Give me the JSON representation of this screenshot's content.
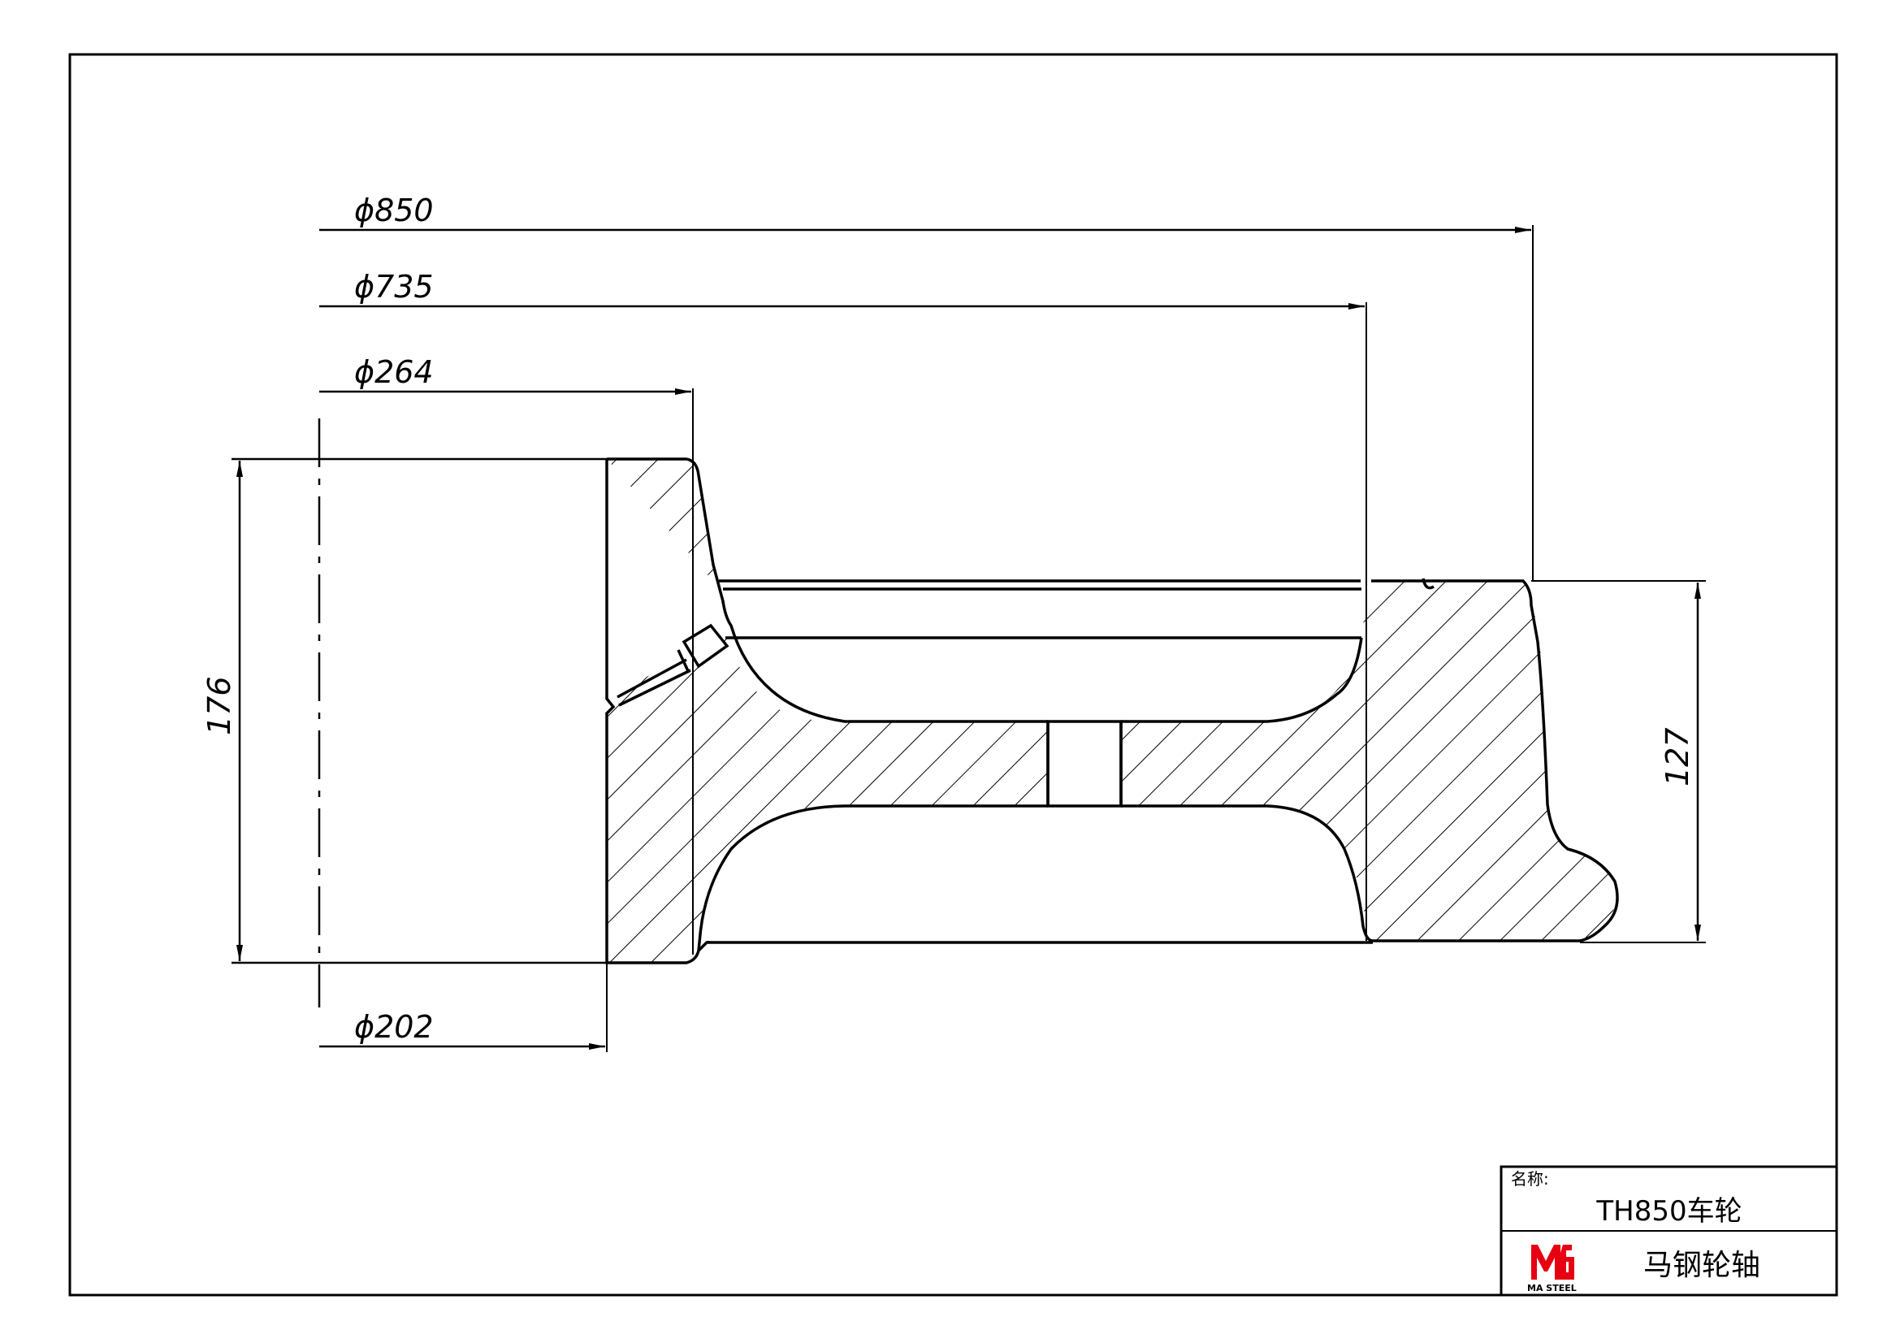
{
  "dimensions": {
    "d850": "ϕ850",
    "d735": "ϕ735",
    "d264": "ϕ264",
    "d202": "ϕ202",
    "h176": "176",
    "h127": "127"
  },
  "title_block": {
    "name_label": "名称:",
    "part_name": "TH850车轮",
    "company": "马钢轮轴",
    "logo_text": "MA STEEL",
    "logo_color": "#e60012"
  }
}
